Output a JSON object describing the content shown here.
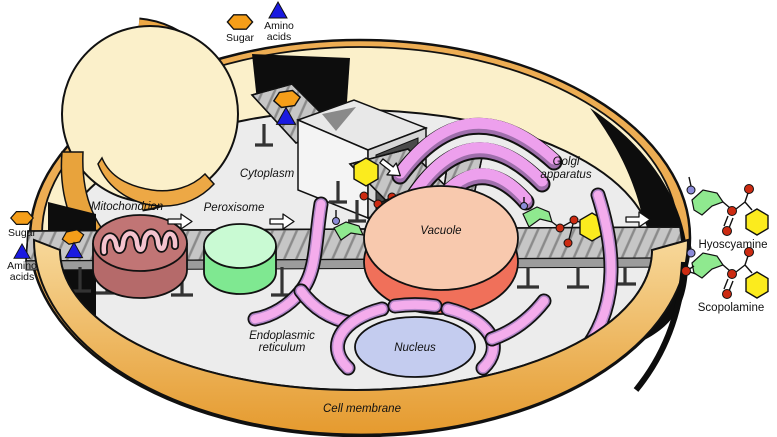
{
  "legend_top": {
    "sugar": "Sugar",
    "amino_line1": "Amino",
    "amino_line2": "acids"
  },
  "legend_left": {
    "sugar": "Sugar",
    "amino_line1": "Amino",
    "amino_line2": "acids"
  },
  "labels": {
    "cytoplasm": "Cytoplasm",
    "mitochondrion": "Mitochondrion",
    "peroxisome": "Peroxisome",
    "vacuole": "Vacuole",
    "golgi_line1": "Golgi",
    "golgi_line2": "apparatus",
    "nucleus": "Nucleus",
    "er_line1": "Endoplasmic",
    "er_line2": "reticulum",
    "cell_membrane": "Cell membrane"
  },
  "products": {
    "hyoscyamine": "Hyoscyamine",
    "scopolamine": "Scopolamine"
  },
  "icons": {
    "sugar": "orange-hexagon",
    "amino_acids": "blue-triangle",
    "metabolite": "yellow-hexagon",
    "oxygen_atom": "red-dot",
    "nitrogen_atom": "violet-dot",
    "tropane_ring": "green-ribbon",
    "flow_arrow": "white-right-arrow"
  },
  "colors": {
    "background": "#FFFFFF",
    "membrane_outer": "#EDAD53",
    "membrane_front_light": "#F7D89A",
    "membrane_front_dark": "#E59A2E",
    "membrane_inner": "#FBF0CA",
    "membrane_shadow": "#0D0D0D",
    "cytosol_floor": "#ECECEC",
    "conveyor": "#C6C6C6",
    "conveyor_edge": "#9C9C9C",
    "mitochondrion_body": "#B56A6A",
    "mitochondrion_top": "#C17575",
    "mitochondrion_cristae": "#F5C3CE",
    "peroxisome_body": "#7FE891",
    "peroxisome_top": "#C9FAD3",
    "vacuole_top": "#F8C9AE",
    "vacuole_side": "#F0705A",
    "golgi": "#EDA0ED",
    "golgi_shadow": "#9F6FAC",
    "er": "#F4ACEC",
    "er_shadow": "#B287C8",
    "nucleus": "#C4CCEF",
    "sugar_orange": "#F59E19",
    "amino_blue": "#1A1AE0",
    "metabolite_yellow": "#FBEB1E",
    "oxygen_red": "#CC2B12",
    "nitrogen_violet": "#8C8CD8",
    "molecule_green": "#8FE98F"
  }
}
